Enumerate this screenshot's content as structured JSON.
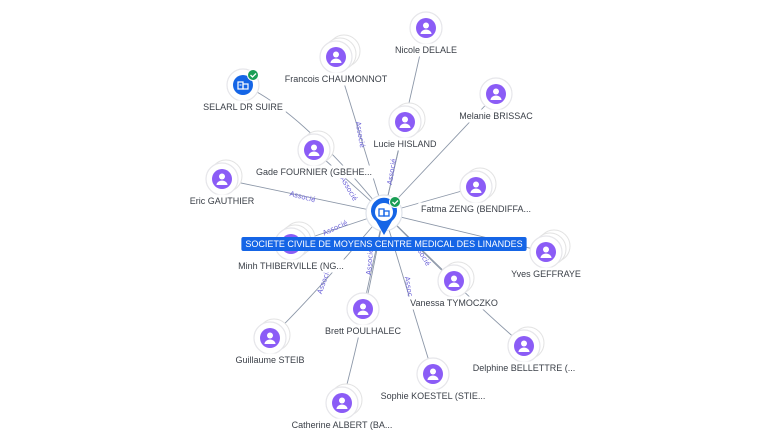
{
  "center": {
    "label": "SOCIETE CIVILE DE MOYENS CENTRE MEDICAL DES LINANDES",
    "icon": "company-building-icon",
    "badge": "verified-check-icon",
    "color": "#1565e6"
  },
  "edge_label": "Associé",
  "nodes": [
    {
      "id": "nicole-delale",
      "label": "Nicole DELALE",
      "type": "person"
    },
    {
      "id": "francois-chaumonnot",
      "label": "Francois CHAUMONNOT",
      "type": "person"
    },
    {
      "id": "selarl-dr-suire",
      "label": "SELARL DR SUIRE",
      "type": "company",
      "verified": true
    },
    {
      "id": "melanie-brissac",
      "label": "Melanie BRISSAC",
      "type": "person"
    },
    {
      "id": "lucie-hisland",
      "label": "Lucie HISLAND",
      "type": "person"
    },
    {
      "id": "gade-fournier",
      "label": "Gade FOURNIER (GBEHE...",
      "type": "person"
    },
    {
      "id": "eric-gauthier",
      "label": "Eric GAUTHIER",
      "type": "person"
    },
    {
      "id": "fatma-zeng",
      "label": "Fatma ZENG (BENDIFFA...",
      "type": "person"
    },
    {
      "id": "minh-thiberville",
      "label": "Minh THIBERVILLE (NG...",
      "type": "person"
    },
    {
      "id": "yves-geffraye",
      "label": "Yves GEFFRAYE",
      "type": "person"
    },
    {
      "id": "vanessa-tymoczko",
      "label": "Vanessa TYMOCZKO",
      "type": "person"
    },
    {
      "id": "brett-poulhalec",
      "label": "Brett POULHALEC",
      "type": "person"
    },
    {
      "id": "guillaume-steib",
      "label": "Guillaume STEIB",
      "type": "person"
    },
    {
      "id": "delphine-bellettre",
      "label": "Delphine BELLETTRE (...",
      "type": "person"
    },
    {
      "id": "sophie-koestel",
      "label": "Sophie KOESTEL (STIE...",
      "type": "person"
    },
    {
      "id": "catherine-albert",
      "label": "Catherine ALBERT (BA...",
      "type": "person"
    }
  ],
  "colors": {
    "person": "#8b5cf6",
    "company": "#1565e6",
    "verified": "#1a9e55",
    "edge": "#8c97a8",
    "edge_label": "#6c63d8"
  }
}
